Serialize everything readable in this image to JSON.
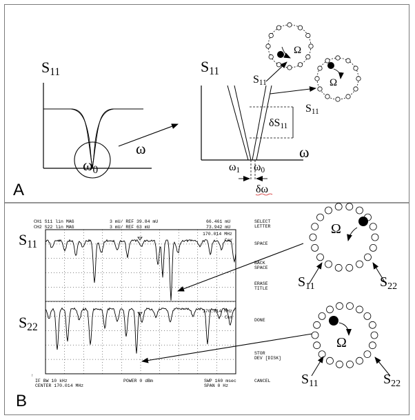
{
  "panel_a": {
    "label": "A",
    "left_plot": {
      "y_axis": "S",
      "y_sub": "11",
      "x_axis": "ω",
      "center_freq": "ω",
      "center_sub": "0"
    },
    "right_plot": {
      "y_axis": "S",
      "y_sub": "11",
      "x_axis": "ω",
      "omega1": "ω",
      "omega1_sub": "1",
      "omega0": "ω",
      "omega0_sub": "0",
      "delta_s": "δS",
      "delta_s_sub": "11",
      "delta_omega": "δω"
    },
    "resonators": [
      {
        "s_label": "S",
        "s_sub": "11",
        "rotation": "Ω"
      },
      {
        "s_label": "S",
        "s_sub": "11",
        "rotation": "Ω"
      }
    ]
  },
  "panel_b": {
    "label": "B",
    "trace_labels": [
      {
        "main": "S",
        "sub": "11"
      },
      {
        "main": "S",
        "sub": "22"
      }
    ],
    "analyzer": {
      "header": [
        {
          "ch": "CH1",
          "param": "S11",
          "fmt": "lin MAG",
          "scale": "3 mU/ REF 39.84 mU",
          "marker": "66.461 mU"
        },
        {
          "ch": "CH2",
          "param": "S22",
          "fmt": "lin MAG",
          "scale": "3 mU/ REF 63 mU",
          "marker": "73.942 mU"
        }
      ],
      "marker_freq_top": "170.014 MHz",
      "marker_freq_bottom": "170.014 MHz",
      "cor_top": "Cor",
      "cor_bottom": "Cor",
      "softkeys": [
        "SELECT LETTER",
        "SPACE",
        "BACK SPACE",
        "ERASE TITLE",
        "DONE",
        "STOR DEV [DISK]",
        "CANCEL"
      ],
      "footer": {
        "ifbw": "IF BW 10 kHz",
        "power": "POWER 0 dBm",
        "sweep": "SWP 160 msec",
        "center": "CENTER 170.014 MHz",
        "span": "SPAN 0 Hz"
      }
    },
    "resonators": [
      {
        "rotation": "Ω",
        "port_left": "S",
        "port_left_sub": "11",
        "port_right": "S",
        "port_right_sub": "22"
      },
      {
        "rotation": "Ω",
        "port_left": "S",
        "port_left_sub": "11",
        "port_right": "S",
        "port_right_sub": "22"
      }
    ]
  }
}
